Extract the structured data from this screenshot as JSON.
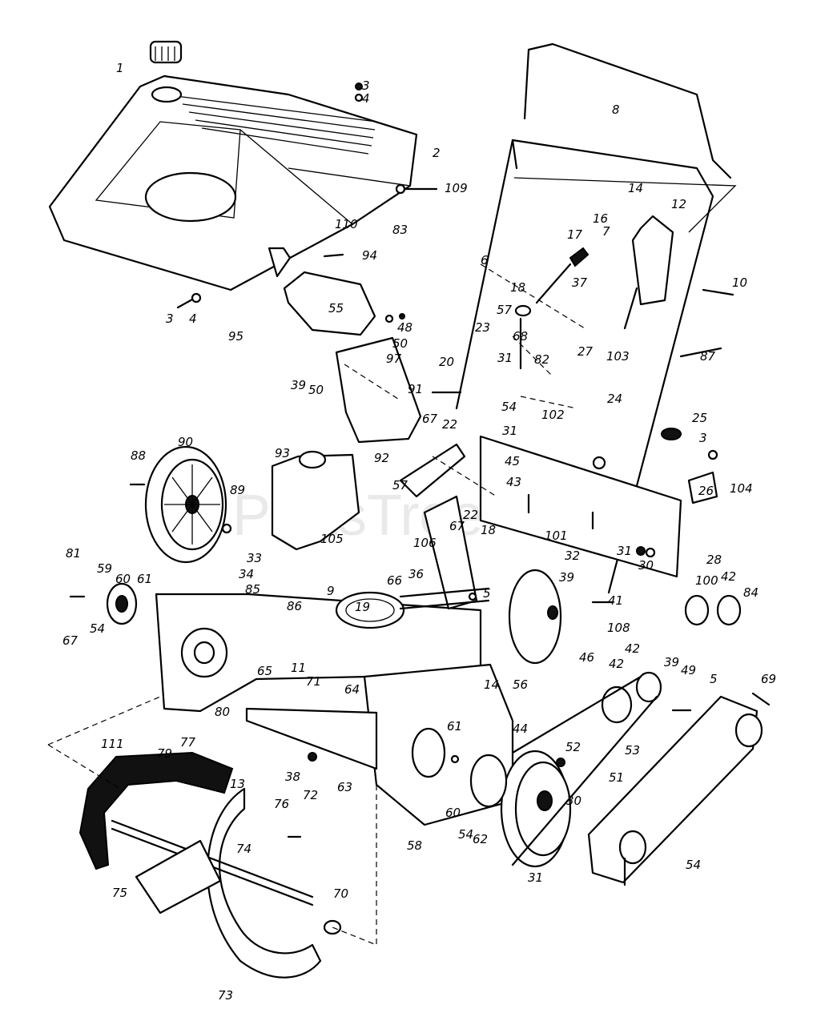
{
  "watermark": "PartsTree",
  "callouts": [
    "1",
    "2",
    "3",
    "4",
    "3",
    "4",
    "83",
    "109",
    "110",
    "94",
    "95",
    "55",
    "39",
    "50",
    "48",
    "50",
    "97",
    "91",
    "92",
    "8",
    "6",
    "14",
    "12",
    "16",
    "17",
    "7",
    "10",
    "18",
    "37",
    "57",
    "68",
    "31",
    "82",
    "23",
    "20",
    "22",
    "54",
    "67",
    "22",
    "31",
    "102",
    "103",
    "27",
    "24",
    "25",
    "87",
    "45",
    "43",
    "3",
    "26",
    "104",
    "93",
    "90",
    "88",
    "89",
    "57",
    "67",
    "18",
    "101",
    "32",
    "105",
    "106",
    "36",
    "33",
    "34",
    "28",
    "31",
    "30",
    "81",
    "59",
    "60",
    "61",
    "67",
    "54",
    "85",
    "86",
    "9",
    "19",
    "66",
    "5",
    "39",
    "41",
    "108",
    "42",
    "100",
    "42",
    "84",
    "65",
    "11",
    "71",
    "64",
    "14",
    "56",
    "44",
    "46",
    "42",
    "39",
    "49",
    "5",
    "69",
    "80",
    "111",
    "79",
    "77",
    "13",
    "75",
    "74",
    "76",
    "73",
    "70",
    "38",
    "72",
    "63",
    "61",
    "60",
    "54",
    "62",
    "58",
    "31",
    "30",
    "52",
    "51",
    "53",
    "54"
  ]
}
